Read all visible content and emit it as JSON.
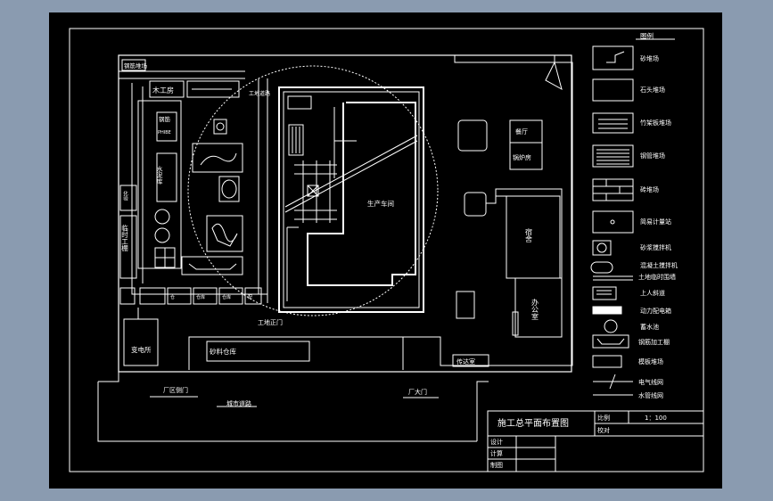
{
  "drawing": {
    "title": "施工总平面布置图",
    "scale_label": "比例",
    "scale_value": "1：100",
    "check_label": "校对",
    "design_label": "设计",
    "calc_label": "计算",
    "draw_label": "制图"
  },
  "site": {
    "corner_label": "钢筋堆场",
    "carpentry": "木工房",
    "steel_shed": "钢筋",
    "steel_shed2": "PHIBE",
    "cement": "水泥库",
    "temp_work": "临时工棚",
    "lab": "化验",
    "substation": "变电所",
    "warehouse": "砂料仓库",
    "building_road": "生产车间",
    "office": "办公室",
    "dorm": "宿舍",
    "canteen": "餐厅",
    "bath": "锅炉房",
    "guard": "传达室",
    "temp_road": "工地道路",
    "temp_door": "工地正门",
    "factory_gate": "厂区侧门",
    "main_gate": "厂大门",
    "city_road": "城市道路",
    "small_labels": [
      "仓",
      "仓库",
      "仓库",
      "配"
    ]
  },
  "legend": {
    "heading": "图例",
    "items": [
      "砂堆场",
      "石头堆场",
      "竹架板堆场",
      "钢管堆场",
      "砖堆场",
      "简易计量站",
      "砂浆搅拌机",
      "混凝土搅拌机",
      "土地临时围墙",
      "上人斜道",
      "动力配电箱",
      "蓄水池",
      "钢筋加工棚",
      "模板堆场",
      "电气线网",
      "水管线网"
    ]
  },
  "colors": {
    "background": "#8a9bb0",
    "frame": "#000000",
    "line": "#ffffff"
  }
}
